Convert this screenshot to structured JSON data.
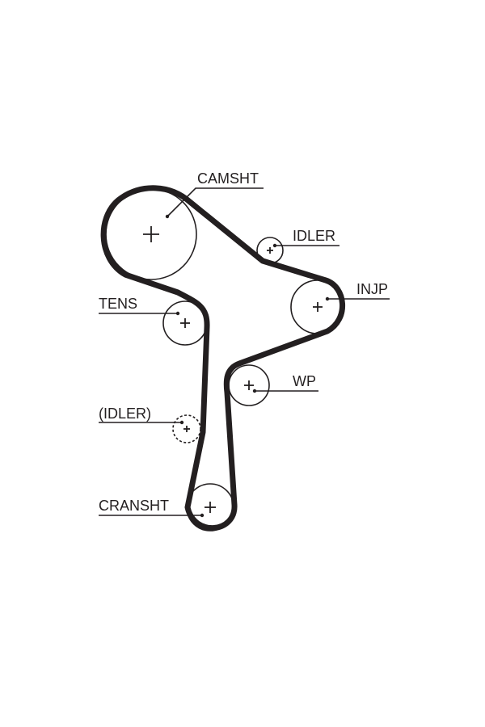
{
  "diagram": {
    "labels": {
      "camshaft": "CAMSHT",
      "idler_top": "IDLER",
      "injection_pump": "INJP",
      "tensioner": "TENS",
      "water_pump": "WP",
      "idler_optional": "(IDLER)",
      "crankshaft": "CRANSHT"
    },
    "colors": {
      "ink": "#231f20",
      "background": "#ffffff"
    }
  }
}
